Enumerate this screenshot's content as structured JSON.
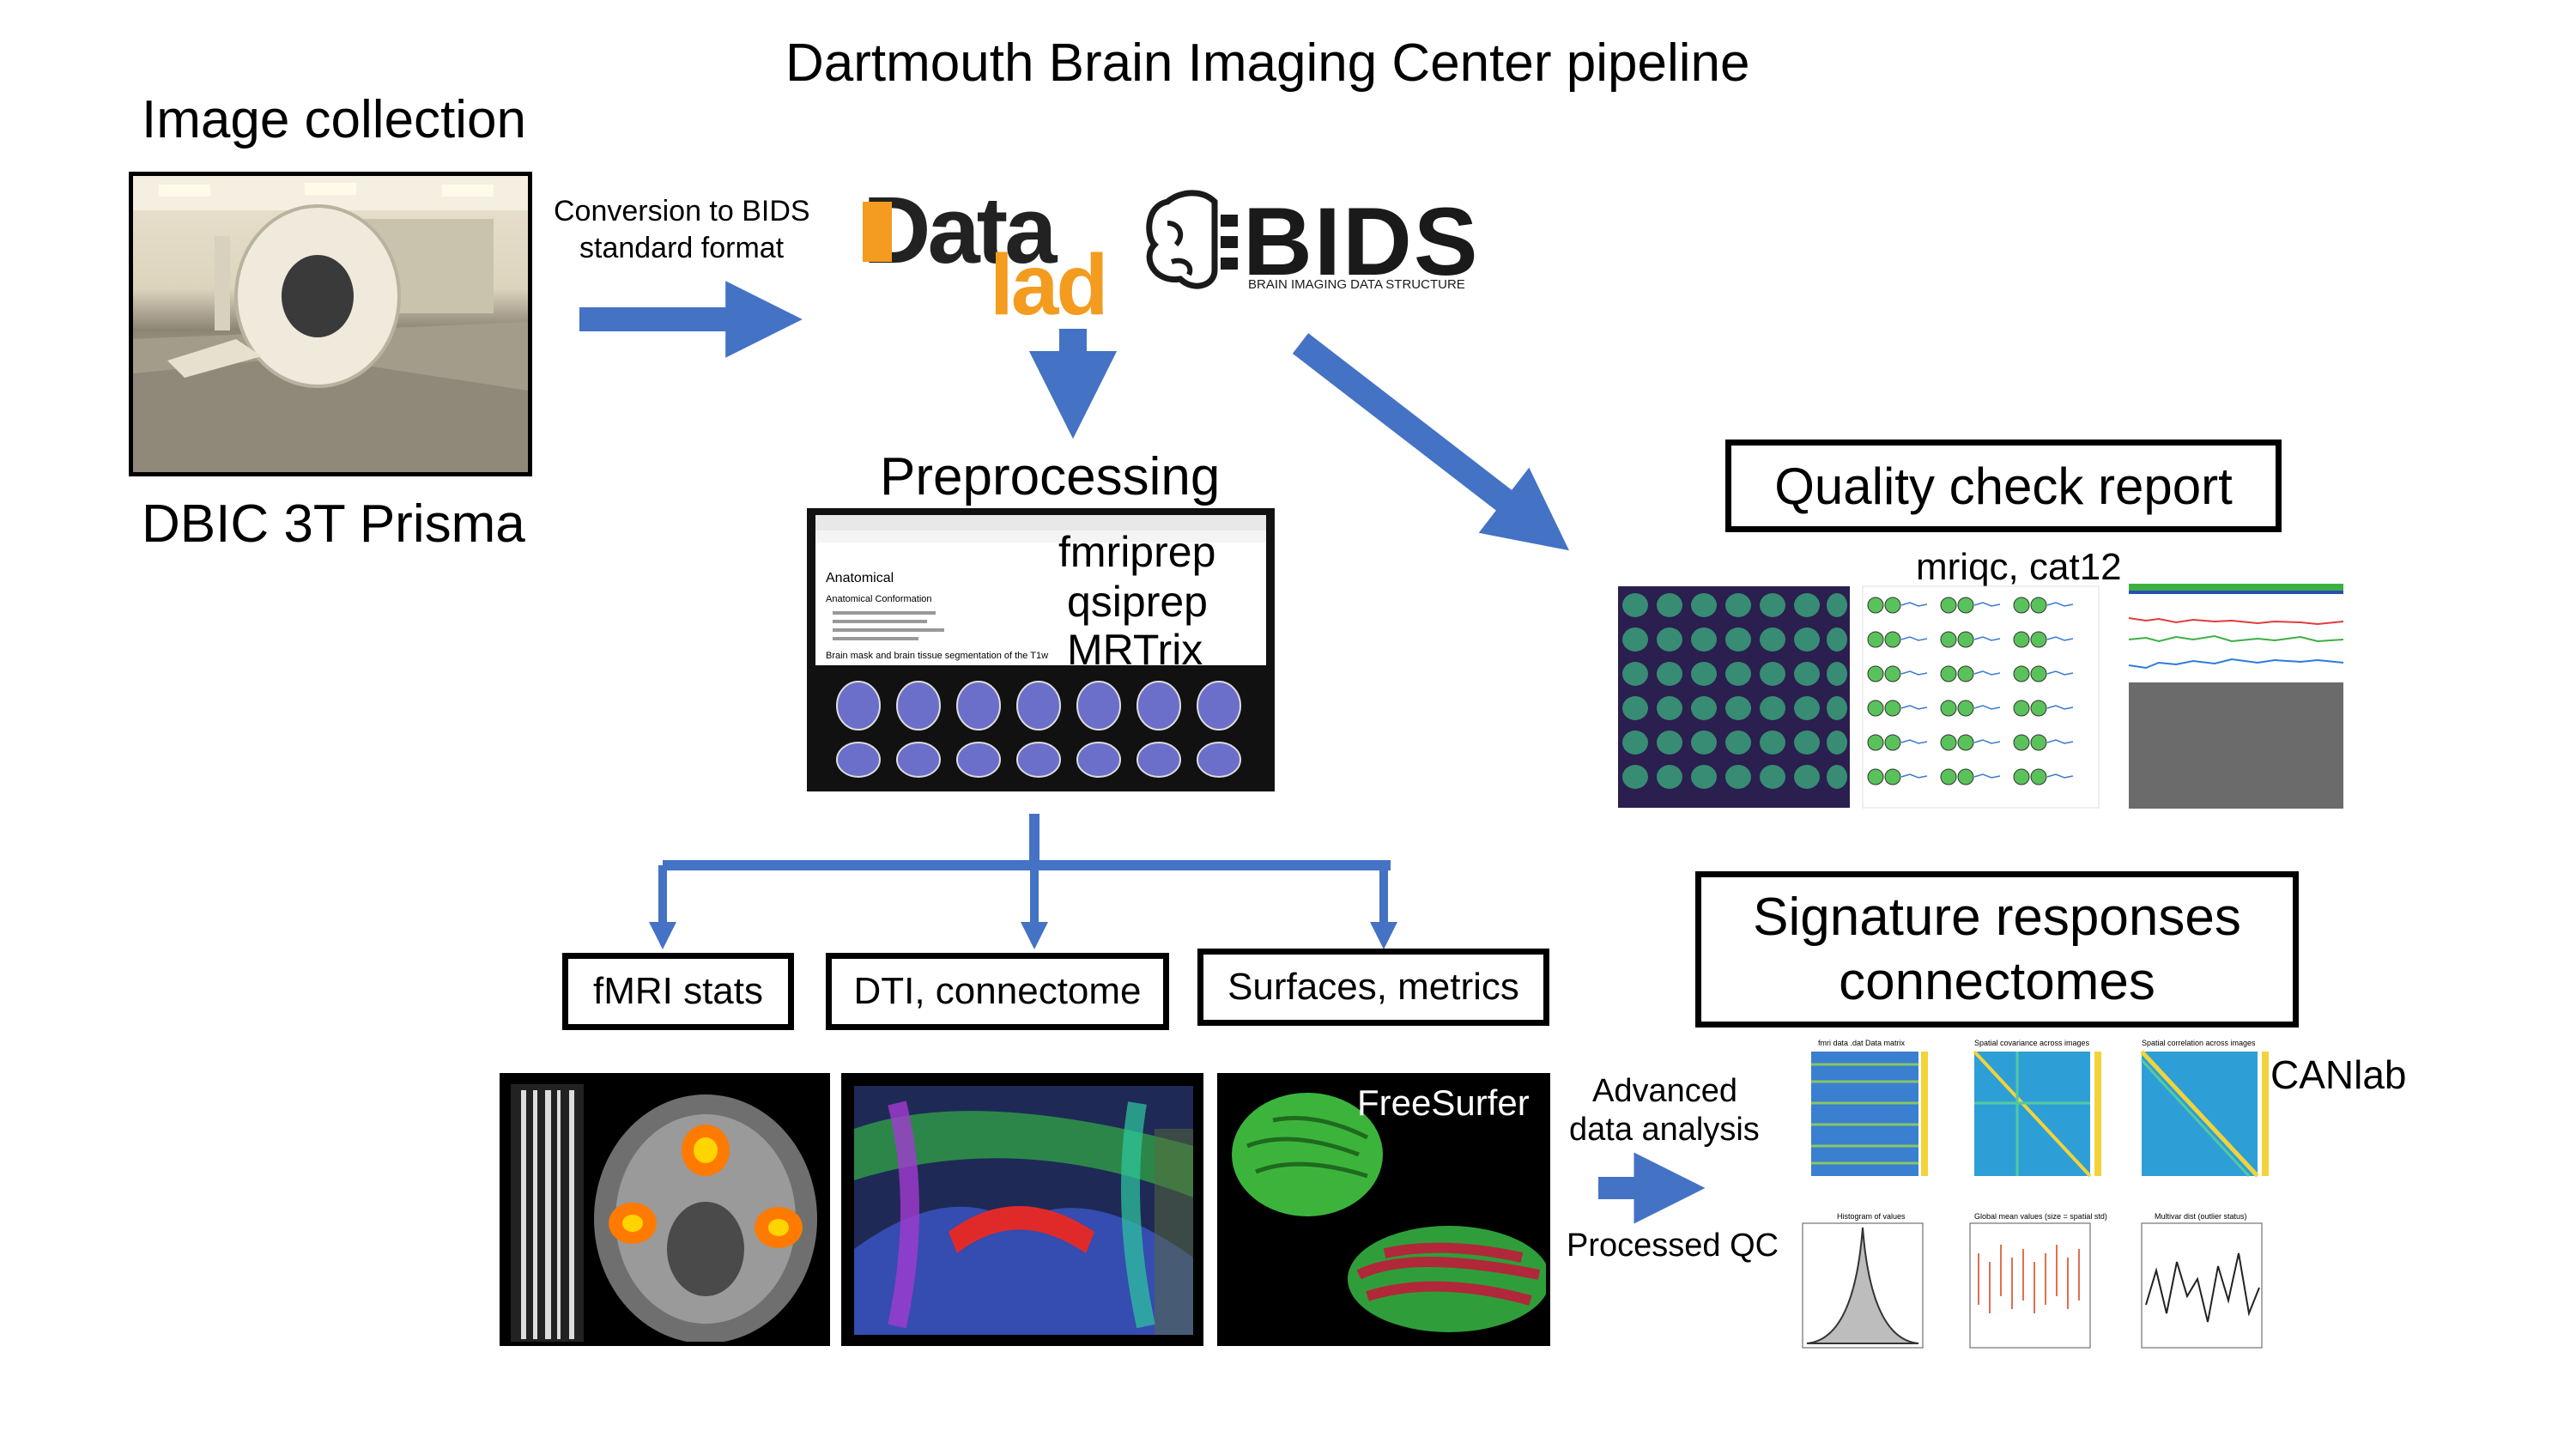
{
  "title": "Dartmouth Brain Imaging Center pipeline",
  "image_collection": {
    "heading": "Image collection",
    "caption": "DBIC 3T Prisma"
  },
  "conversion": {
    "line1": "Conversion to BIDS",
    "line2": "standard format"
  },
  "logos": {
    "datalad_top": "Data",
    "datalad_bottom": "lad",
    "bids_text": "BIDS",
    "bids_subtitle": "BRAIN IMAGING DATA STRUCTURE",
    "datalad_orange": "#f39c1f",
    "bids_dark": "#1a1a1a"
  },
  "preprocessing": {
    "heading": "Preprocessing",
    "tools": [
      "fmriprep",
      "qsiprep",
      "MRTrix"
    ],
    "report_title": "Anatomical",
    "report_subtitle": "Anatomical Conformation",
    "report_section": "Brain mask and brain tissue segmentation of the T1w"
  },
  "quality": {
    "box": "Quality check report",
    "tools": "mriqc, cat12"
  },
  "branches": [
    "fMRI stats",
    "DTI, connectome",
    "Surfaces, metrics"
  ],
  "freesurfer_label": "FreeSurfer",
  "advanced": {
    "line1": "Advanced",
    "line2": "data analysis",
    "processed_qc": "Processed QC"
  },
  "signature": {
    "line1": "Signature responses",
    "line2": "connectomes",
    "canlab": "CANlab"
  },
  "canlab_panels": {
    "p1": "fmri data .dat Data matrix",
    "p2": "Spatial covariance across images",
    "p3": "Spatial correlation across images",
    "p4": "Histogram of values",
    "p5": "Global mean values (size = spatial std)",
    "p6": "Multivar dist (outlier status)"
  },
  "colors": {
    "arrow": "#4472c4",
    "frame": "#000000"
  }
}
